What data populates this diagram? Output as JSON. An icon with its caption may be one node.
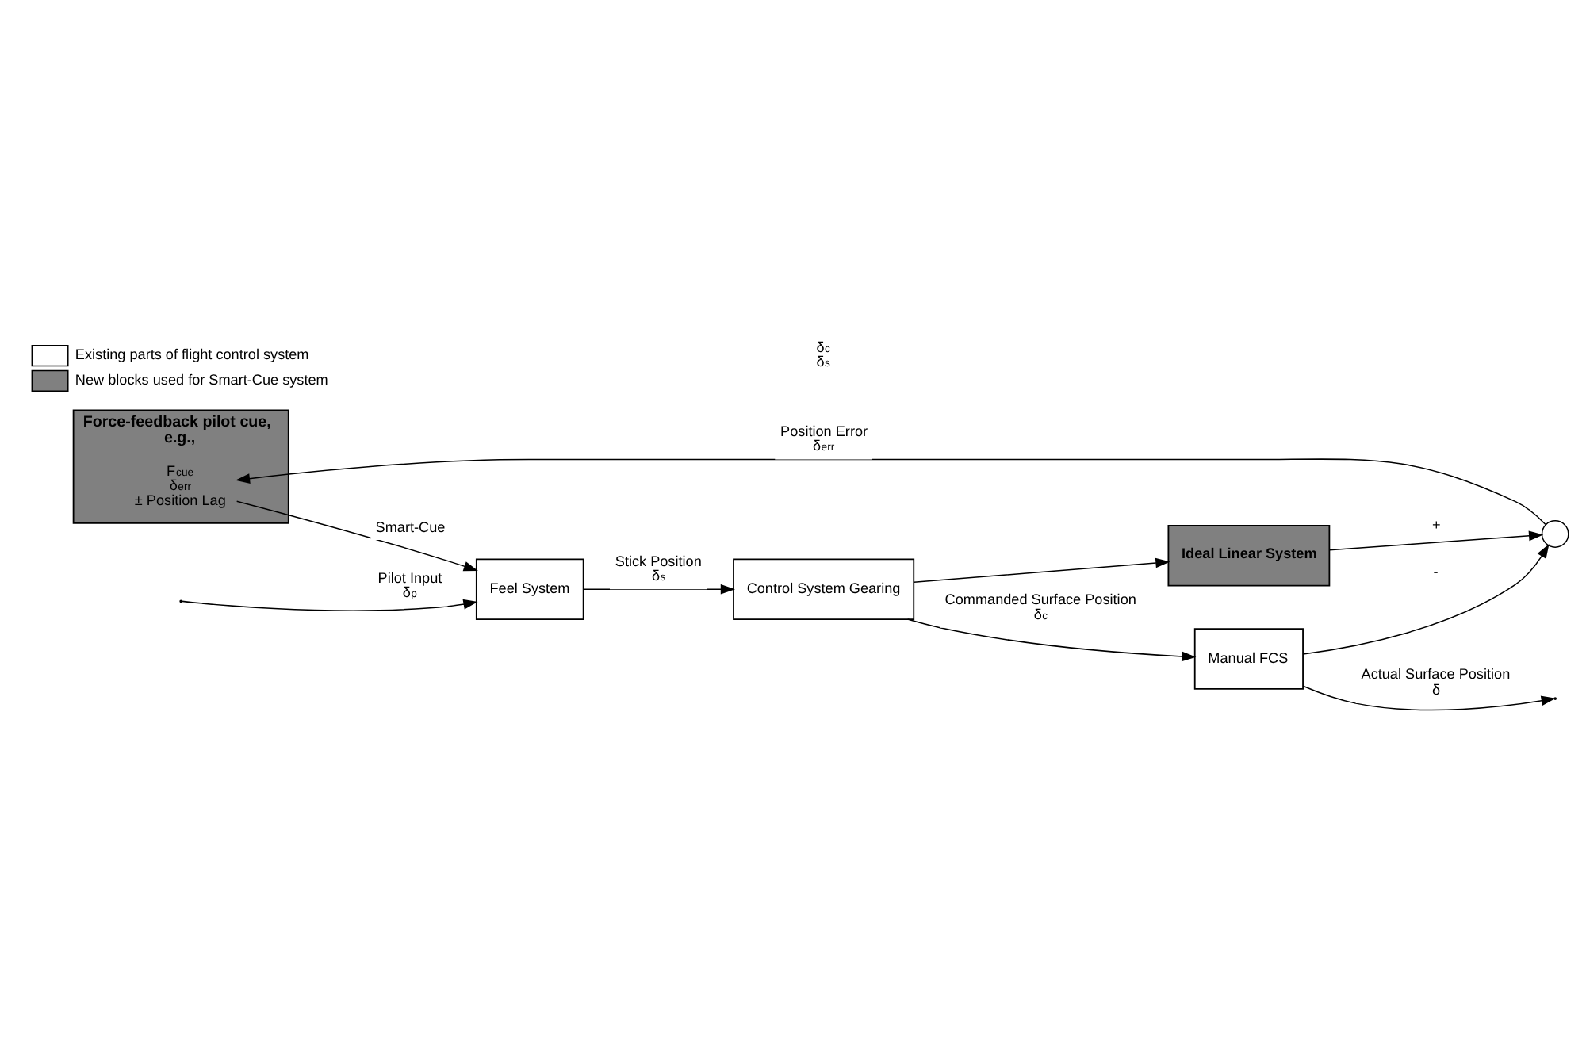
{
  "diagram": {
    "nodes": [
      {
        "text": [
          "Feel System"
        ]
      },
      {
        "text": [
          "Control System Gearing"
        ]
      },
      {
        "text": [
          "Manual FCS"
        ]
      },
      {
        "text": [
          "Ideal Linear System"
        ]
      },
      {
        "text": [],
        "shape": "circle"
      },
      {
        "text": [
          "Force-feedback pilot cue,",
          "e.g.,"
        ]
      },
      {
        "text": [
          "F$_{cue}$",
          "δ$_{err}$",
          "± Position Lag"
        ],
        "in": 5
      },
      {
        "text": [
          "δ$_{c}$",
          "δ$_{s}$"
        ]
      }
    ],
    "edges": [
      {
        "from": null,
        "to": 0,
        "arrow": "to",
        "label": "Pilot Input δ$_{p}$"
      },
      {
        "from": 0,
        "to": 1,
        "arrow": "to",
        "label": "Stick Position δ$_{s}$"
      },
      {
        "from": 1,
        "to": 2,
        "arrow": "to",
        "label": "Commanded Surface Position δ$_{c}$"
      },
      {
        "from": 1,
        "to": 3,
        "arrow": "to"
      },
      {
        "from": 2,
        "to": null,
        "arrow": "to",
        "label": "Actual Surface Position δ"
      },
      {
        "from": 2,
        "to": 4,
        "arrow": "to",
        "label": "-"
      },
      {
        "from": 3,
        "to": 4,
        "arrow": "to",
        "label": "+"
      },
      {
        "from": 4,
        "to": 6,
        "arrow": "to",
        "label": "Position Error δ$_{err}$"
      },
      {
        "from": 6,
        "to": 0,
        "arrow": "to",
        "label": "Smart-Cue"
      }
    ],
    "legend": [
      {
        "text": "Existing parts of flight control system",
        "color": "#ffffff"
      },
      {
        "text": "New blocks used for Smart-Cue system",
        "color": "#808080"
      }
    ]
  }
}
